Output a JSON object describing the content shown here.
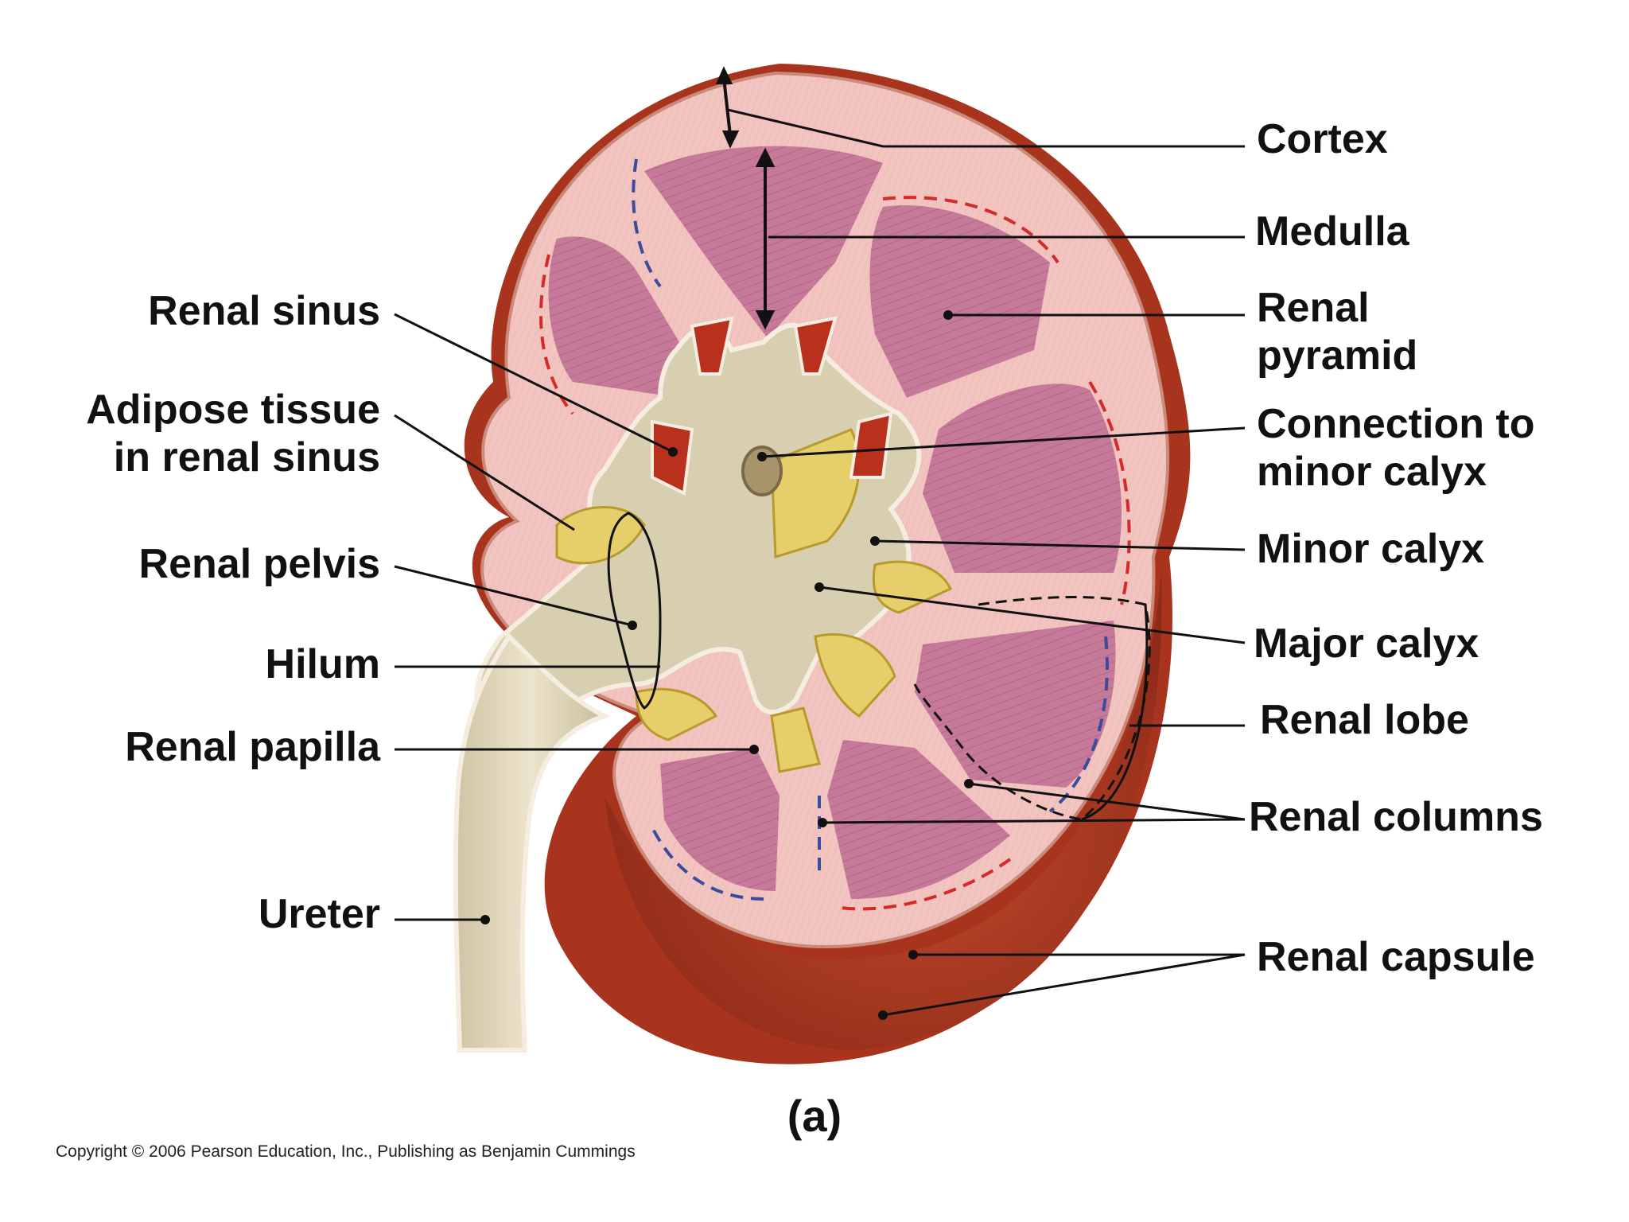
{
  "labels": {
    "cortex": "Cortex",
    "medulla": "Medulla",
    "renal_pyramid": [
      "Renal",
      "pyramid"
    ],
    "connection_minor_calyx": [
      "Connection to",
      "minor calyx"
    ],
    "minor_calyx": "Minor calyx",
    "major_calyx": "Major calyx",
    "renal_lobe": "Renal lobe",
    "renal_columns": "Renal columns",
    "renal_capsule": "Renal capsule",
    "renal_sinus": "Renal sinus",
    "adipose_tissue": [
      "Adipose tissue",
      "in renal sinus"
    ],
    "renal_pelvis": "Renal pelvis",
    "hilum": "Hilum",
    "renal_papilla": "Renal papilla",
    "ureter": "Ureter"
  },
  "figure_label": "(a)",
  "copyright": "Copyright © 2006 Pearson Education, Inc., Publishing as Benjamin Cummings",
  "colors": {
    "capsule": "#a8341e",
    "cortex": "#f2c4c0",
    "pyramid": "#c47a98",
    "sinus": "#d8ceb0",
    "fat": "#e6cf6a",
    "vessel_red": "#d42a2a",
    "vessel_blue": "#3a4c9a"
  }
}
